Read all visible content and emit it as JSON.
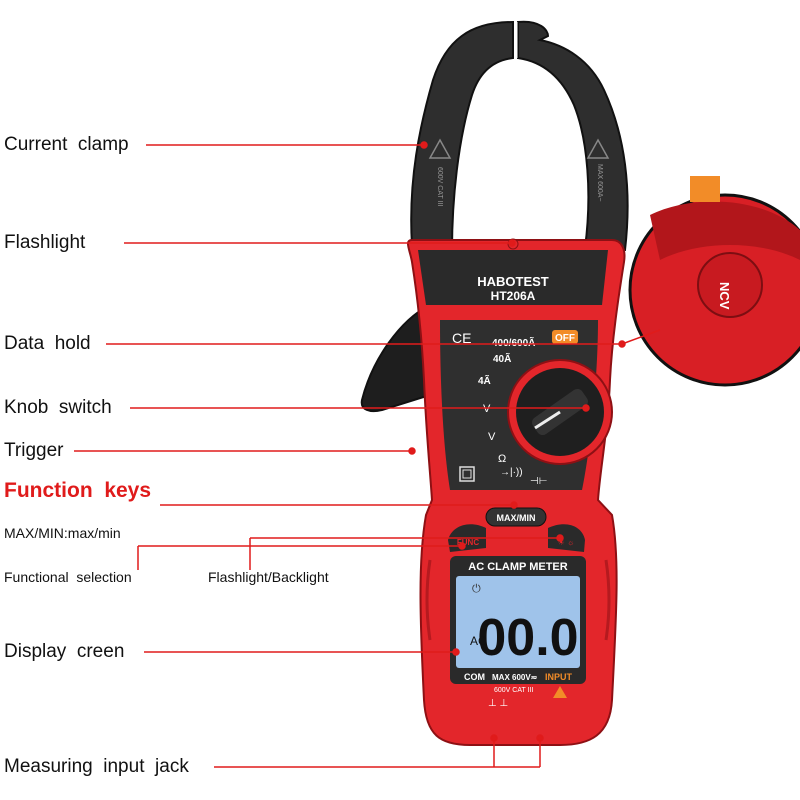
{
  "labels": {
    "current_clamp": "Current  clamp",
    "flashlight": "Flashlight",
    "data_hold": "Data  hold",
    "knob_switch": "Knob  switch",
    "trigger": "Trigger",
    "function_keys": "Function  keys",
    "max_min": "MAX/MIN:max/min",
    "functional_selection": "Functional  selection",
    "flashlight_backlight": "Flashlight/Backlight",
    "display_screen": "Display  creen",
    "measuring_input_jack": "Measuring  input  jack"
  },
  "device": {
    "brand": "HABOTEST",
    "model": "HT206A",
    "range_top": "400/600Ã",
    "off": "OFF",
    "range_40": "40Ã",
    "range_4": "4Ã",
    "max_min_button": "MAX/MIN",
    "func_button": "FUNC",
    "meter_title": "AC CLAMP METER",
    "display_value": "00.0",
    "ac": "AC",
    "com": "COM",
    "max_rating": "MAX 600V≂",
    "input": "INPUT",
    "cat": "600V CAT III",
    "ncv": "NCV",
    "clamp_warning_left": "600V CAT III",
    "clamp_warning_right": "MAX 600A~"
  },
  "colors": {
    "body_red": "#e3262b",
    "dark": "#2b2b2b",
    "leader_red": "#e01b1b",
    "lcd": "#9fc3ea",
    "off_badge": "#f28c28"
  }
}
